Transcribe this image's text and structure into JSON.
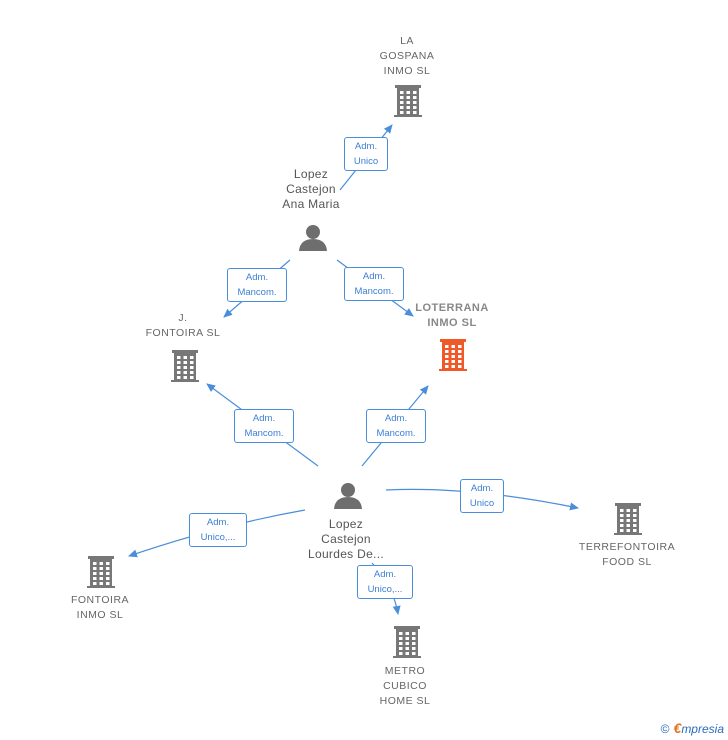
{
  "nodes": {
    "la_gospana": {
      "label": "LA\nGOSPANA\nINMO  SL",
      "kind": "company"
    },
    "lopez_ana": {
      "label": "Lopez\nCastejon\nAna Maria",
      "kind": "person"
    },
    "j_fontoira": {
      "label": "J.\nFONTOIRA  SL",
      "kind": "company"
    },
    "loterrana": {
      "label": "LOTERRANA\nINMO  SL",
      "kind": "company",
      "highlight": true
    },
    "lopez_lourdes": {
      "label": "Lopez\nCastejon\nLourdes De...",
      "kind": "person"
    },
    "terrefontoira": {
      "label": "TERREFONTOIRA\nFOOD  SL",
      "kind": "company"
    },
    "fontoira_inmo": {
      "label": "FONTOIRA\nINMO  SL",
      "kind": "company"
    },
    "metro_cubico": {
      "label": "METRO\nCUBICO\nHOME  SL",
      "kind": "company"
    }
  },
  "edges": [
    {
      "from": "lopez_ana",
      "to": "la_gospana",
      "label": "Adm.\nUnico"
    },
    {
      "from": "lopez_ana",
      "to": "j_fontoira",
      "label": "Adm.\nMancom."
    },
    {
      "from": "lopez_ana",
      "to": "loterrana",
      "label": "Adm.\nMancom."
    },
    {
      "from": "lopez_lourdes",
      "to": "j_fontoira",
      "label": "Adm.\nMancom."
    },
    {
      "from": "lopez_lourdes",
      "to": "loterrana",
      "label": "Adm.\nMancom."
    },
    {
      "from": "lopez_lourdes",
      "to": "terrefontoira",
      "label": "Adm.\nUnico"
    },
    {
      "from": "lopez_lourdes",
      "to": "fontoira_inmo",
      "label": "Adm.\nUnico,..."
    },
    {
      "from": "lopez_lourdes",
      "to": "metro_cubico",
      "label": "Adm.\nUnico,..."
    }
  ],
  "colors": {
    "edge": "#4a8edb",
    "company_icon": "#777777",
    "highlight_icon": "#f05a28",
    "person_icon": "#6e6e6e"
  },
  "footer": {
    "copyright_symbol": "©",
    "brand_first": "€",
    "brand_rest": "mpresia"
  }
}
